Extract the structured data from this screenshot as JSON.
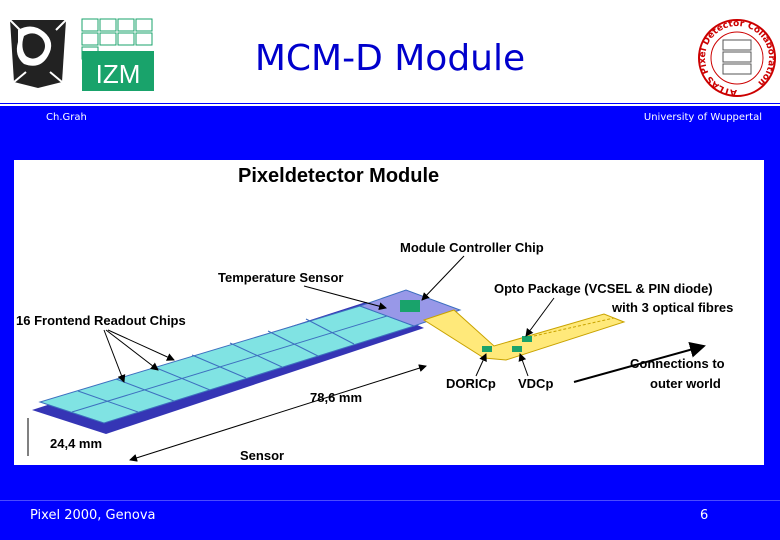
{
  "slide": {
    "title": "MCM-D Module",
    "author": "Ch.Grah",
    "institution": "University of Wuppertal",
    "footer_event": "Pixel 2000, Genova",
    "page_number": "6"
  },
  "logos": {
    "izm_text": "IZM",
    "atlas_ring_text": "ATLAS Pixel Detector Collaboration"
  },
  "diagram": {
    "title": "Pixeldetector Module",
    "labels": {
      "module_controller_chip": "Module Controller Chip",
      "temperature_sensor": "Temperature Sensor",
      "opto_package_line1": "Opto Package (VCSEL & PIN diode)",
      "opto_package_line2": "with 3 optical fibres",
      "frontend_chips": "16 Frontend Readout Chips",
      "connections_line1": "Connections to",
      "connections_line2": "outer world",
      "doricp": "DORICp",
      "vdcp": "VDCp",
      "length": "78,6 mm",
      "width": "24,4 mm",
      "sensor": "Sensor"
    }
  },
  "colors": {
    "background": "#0000ff",
    "header": "#ffffff",
    "chip_fill": "#7fe0e0",
    "flex_fill": "#ffe97a",
    "substrate": "#4b4bc8"
  }
}
